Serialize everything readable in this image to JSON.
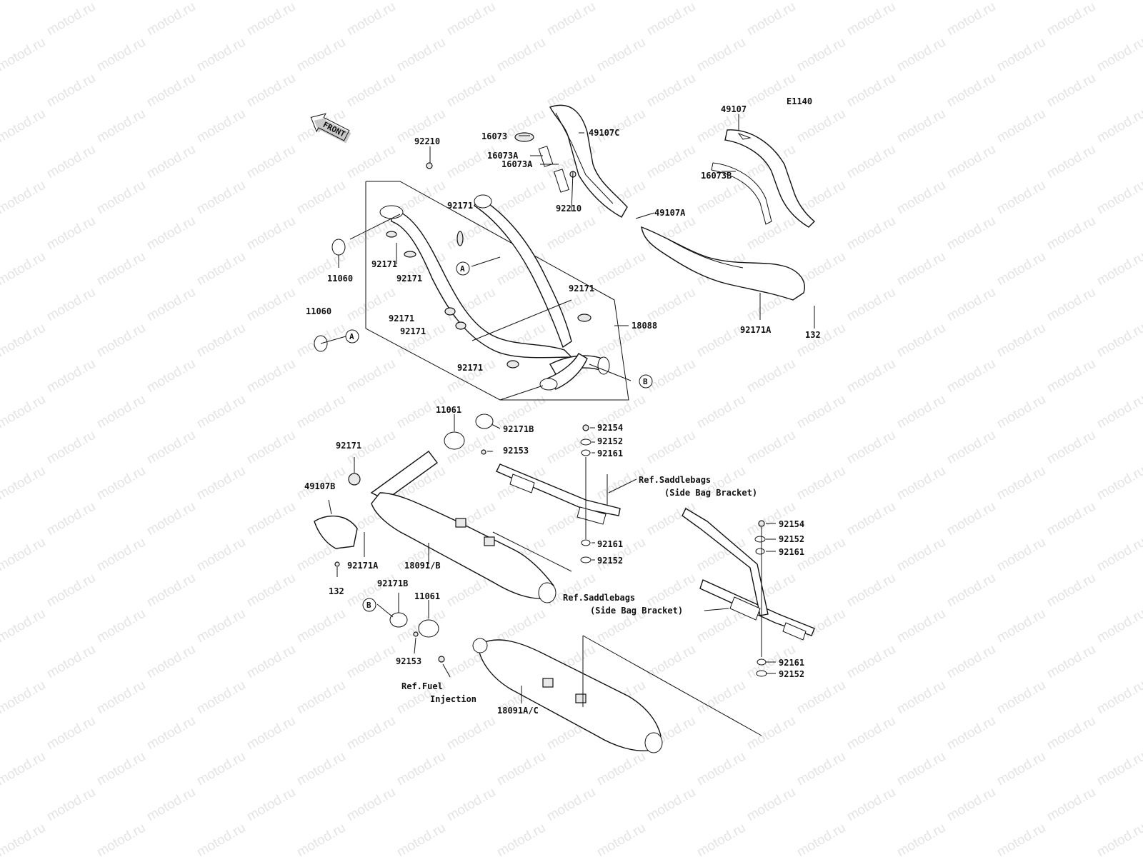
{
  "header": {
    "diagram_code": "E1140",
    "front_arrow_label": "FRONT"
  },
  "watermark": {
    "text": "motod.ru"
  },
  "parts": {
    "p16073": "16073",
    "p16073a_1": "16073A",
    "p16073a_2": "16073A",
    "p49107c": "49107C",
    "p49107": "49107",
    "p16073b": "16073B",
    "p49107a": "49107A",
    "p92210_1": "92210",
    "p92210_2": "92210",
    "p92171_1": "92171",
    "p92171_2": "92171",
    "p92171_3": "92171",
    "p92171_4": "92171",
    "p92171_5": "92171",
    "p92171_6": "92171",
    "p92171_7": "92171",
    "p92171_8": "92171",
    "p11060_1": "11060",
    "p11060_2": "11060",
    "p18088": "18088",
    "p92171a_1": "92171A",
    "p132_1": "132",
    "p11061_1": "11061",
    "p92171b_1": "92171B",
    "p92153_1": "92153",
    "p92154_1": "92154",
    "p92152_1": "92152",
    "p92161_1": "92161",
    "p49107b": "49107B",
    "p92171a_2": "92171A",
    "p132_2": "132",
    "p18091b": "18091/B",
    "p92161_2": "92161",
    "p92152_2": "92152",
    "p92154_2": "92154",
    "p92152_3": "92152",
    "p92161_3": "92161",
    "p92171b_2": "92171B",
    "p11061_2": "11061",
    "p92153_2": "92153",
    "p18091ac": "18091A/C",
    "p92161_4": "92161",
    "p92152_4": "92152"
  },
  "callouts": {
    "a_1": "A",
    "a_2": "A",
    "b_1": "B",
    "b_2": "B"
  },
  "references": {
    "saddlebags_1_line1": "Ref.Saddlebags",
    "saddlebags_1_line2": "(Side Bag Bracket)",
    "saddlebags_2_line1": "Ref.Saddlebags",
    "saddlebags_2_line2": "(Side Bag Bracket)",
    "fuel_line1": "Ref.Fuel",
    "fuel_line2": "Injection"
  }
}
